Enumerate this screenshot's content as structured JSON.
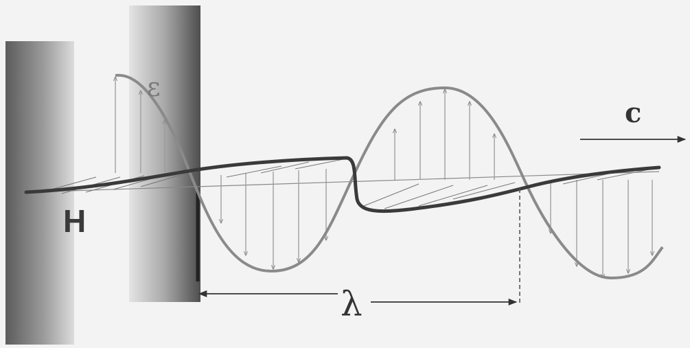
{
  "labels": {
    "electric_field": "ε",
    "magnetic_field": "H",
    "speed": "c",
    "wavelength": "λ"
  },
  "colors": {
    "background": "#f3f3f3",
    "electric_wave": "#8a8a8a",
    "magnetic_wave": "#3a3a3a",
    "plate_dark": "#6a6a6a",
    "plate_light": "#d8d8d8",
    "vectors": "#9a9a9a"
  }
}
